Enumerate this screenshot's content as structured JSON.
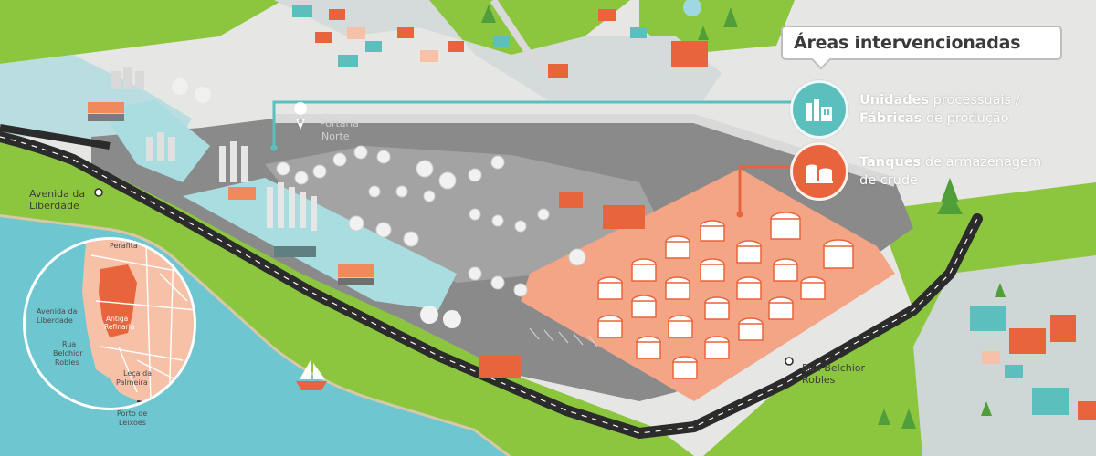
{
  "legend": {
    "title": "Áreas intervencionadas",
    "items": [
      {
        "strong1": "Unidades",
        "rest1": " processuais /",
        "strong2": "Fábricas",
        "rest2": " de produção",
        "color": "#5bbfbd",
        "icon": "factory-icon"
      },
      {
        "strong1": "Tanques",
        "rest1": " de armazenagem",
        "strong2": "",
        "rest2": "de crude",
        "color": "#e8643c",
        "icon": "storage-tanks-icon"
      }
    ]
  },
  "map_labels": {
    "portaria": [
      "Portaria",
      "Norte"
    ],
    "avenida": [
      "Avenida da",
      "Liberdade"
    ],
    "rua": [
      "Rua Belchior",
      "Robles"
    ]
  },
  "inset": {
    "north": "Perafita",
    "avenida": [
      "Avenida da",
      "Liberdade"
    ],
    "refinery": [
      "Antiga",
      "Refinaria"
    ],
    "rua": [
      "Rua",
      "Belchior",
      "Robles"
    ],
    "leca": [
      "Leça da",
      "Palmeira"
    ],
    "porto": [
      "Porto de",
      "Leixões"
    ]
  },
  "colors": {
    "sea": "#6ec6d0",
    "grass": "#8cc63f",
    "road": "#2b2b2b",
    "site": "#8a8a8a",
    "process_area": "#a9dde0",
    "tank_area": "#f4a586",
    "accent_orange": "#e8643c",
    "accent_teal": "#5bbfbd"
  }
}
